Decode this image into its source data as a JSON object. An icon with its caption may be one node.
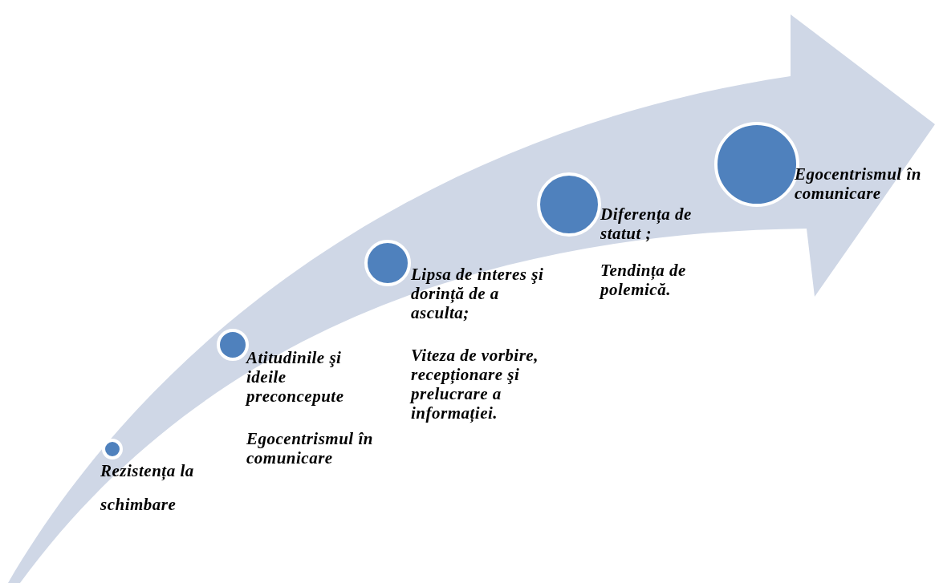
{
  "diagram": {
    "nodes": [
      {
        "text": [],
        "shape": "circle",
        "beside": [
          "Rezistența la schimbare"
        ]
      },
      {
        "text": [],
        "shape": "circle",
        "beside": [
          "Atitudinile şi ideile preconcepute",
          "Egocentrismul în comunicare"
        ]
      },
      {
        "text": [],
        "shape": "circle",
        "beside": [
          "Lipsa de interes şi dorință de a asculta;",
          "Viteza de vorbire, recepționare şi prelucrare a informației."
        ]
      },
      {
        "text": [],
        "shape": "circle",
        "beside": [
          "Diferența de statut ;",
          "Tendința de polemică."
        ]
      },
      {
        "text": [],
        "shape": "circle",
        "beside": [
          "Egocentrismul în comunicare"
        ]
      }
    ]
  }
}
